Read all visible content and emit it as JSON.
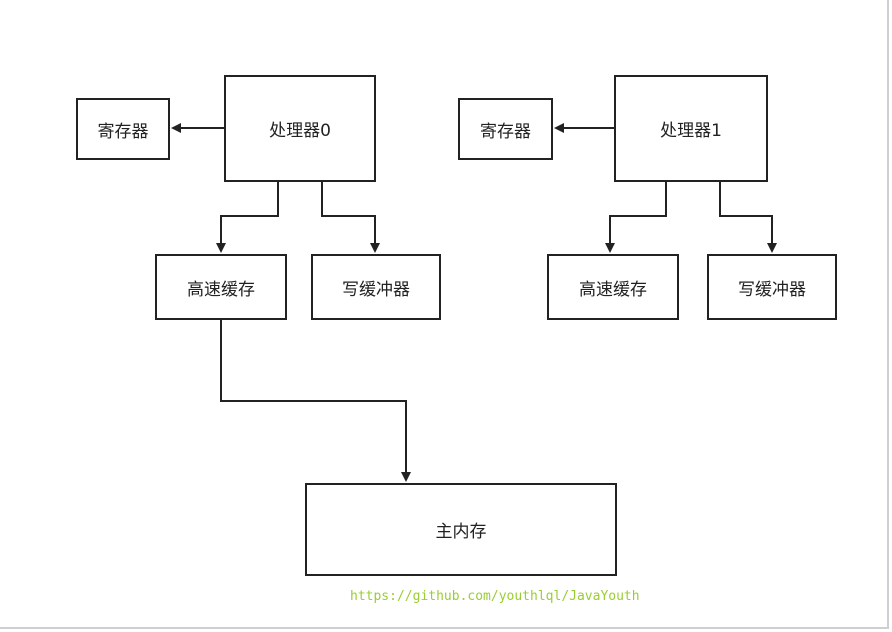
{
  "nodes": {
    "register0": "寄存器",
    "processor0": "处理器0",
    "register1": "寄存器",
    "processor1": "处理器1",
    "cache0": "高速缓存",
    "write_buffer0": "写缓冲器",
    "cache1": "高速缓存",
    "write_buffer1": "写缓冲器",
    "main_memory": "主内存"
  },
  "watermark": "https://github.com/youthlql/JavaYouth",
  "colors": {
    "stroke": "#222222",
    "watermark": "#9acd32"
  }
}
